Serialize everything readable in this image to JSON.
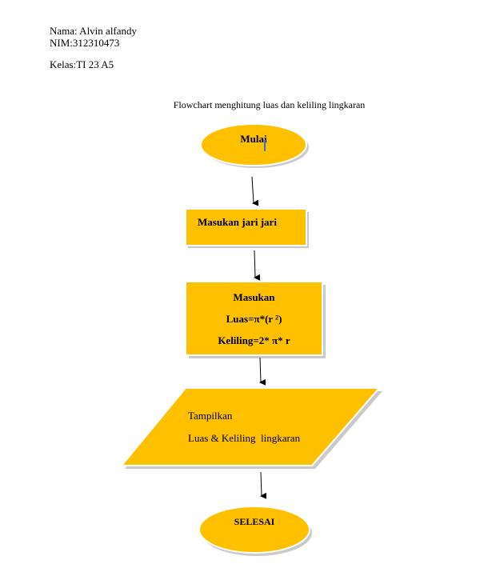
{
  "header": {
    "name_line": "Nama: Alvin alfandy",
    "nim_line": "NIM:312310473",
    "kelas_line": "Kelas:TI 23 A5"
  },
  "title": "Flowchart menghitung luas dan keliling lingkaran",
  "flowchart": {
    "start": "Mulai",
    "input": "Masukan jari jari",
    "process": {
      "heading": "Masukan",
      "luas": "Luas=π*(r ²)",
      "keliling": "Keliling=2* π* r"
    },
    "output": {
      "line1": "Tampilkan",
      "line2": "Luas & Keliling  lingkaran"
    },
    "end": "SELESAI"
  },
  "colors": {
    "fill": "#FFC000",
    "stroke": "#ffffff",
    "shadow": "#A6A6A6",
    "arrow": "#000000"
  }
}
